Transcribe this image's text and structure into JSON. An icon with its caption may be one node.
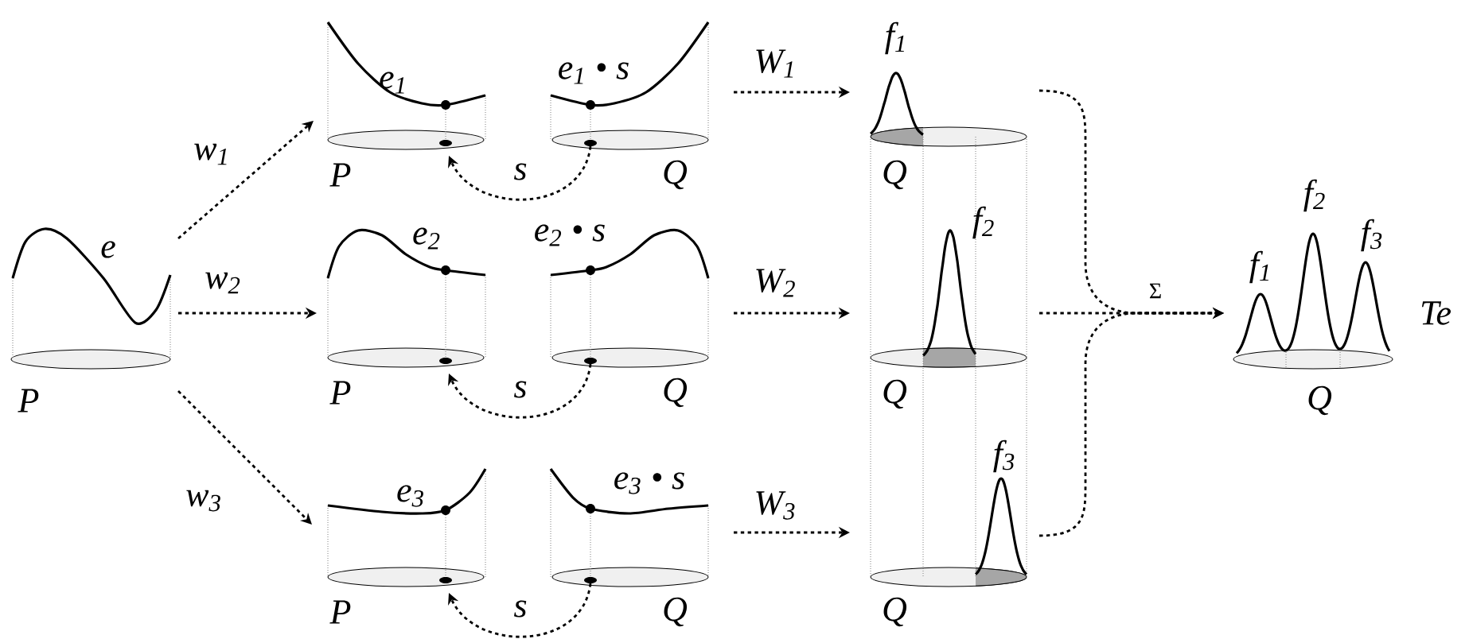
{
  "diagram": {
    "nodes": [
      {
        "text": [
          "e",
          "P"
        ]
      },
      {
        "text": [
          "e$_{1}$",
          "P"
        ]
      },
      {
        "text": [
          "e$_{1}$ • s",
          "Q"
        ]
      },
      {
        "text": [
          "e$_{2}$",
          "P"
        ]
      },
      {
        "text": [
          "e$_{2}$ • s",
          "Q"
        ]
      },
      {
        "text": [
          "e$_{3}$",
          "P"
        ]
      },
      {
        "text": [
          "e$_{3}$ • s",
          "Q"
        ]
      },
      {
        "text": [
          "f$_{1}$",
          "Q"
        ]
      },
      {
        "text": [
          "f$_{2}$",
          "Q"
        ]
      },
      {
        "text": [
          "f$_{3}$",
          "Q"
        ]
      },
      {
        "text": [
          "f$_{1}$",
          "f$_{2}$",
          "f$_{3}$",
          "Te",
          "Q"
        ]
      }
    ],
    "edges": [
      {
        "from": 0,
        "to": 1,
        "arrow": "to",
        "label": "w$_{1}$"
      },
      {
        "from": 0,
        "to": 3,
        "arrow": "to",
        "label": "w$_{2}$"
      },
      {
        "from": 0,
        "to": 5,
        "arrow": "to",
        "label": "w$_{3}$"
      },
      {
        "from": 2,
        "to": 1,
        "arrow": "to",
        "label": "s"
      },
      {
        "from": 4,
        "to": 3,
        "arrow": "to",
        "label": "s"
      },
      {
        "from": 6,
        "to": 5,
        "arrow": "to",
        "label": "s"
      },
      {
        "from": 2,
        "to": 7,
        "arrow": "to",
        "label": "W$_{1}$"
      },
      {
        "from": 4,
        "to": 8,
        "arrow": "to",
        "label": "W$_{2}$"
      },
      {
        "from": 6,
        "to": 9,
        "arrow": "to",
        "label": "W$_{3}$"
      },
      {
        "from": 7,
        "to": 10,
        "arrow": "to"
      },
      {
        "from": 8,
        "to": 10,
        "arrow": "to",
        "label": "Σ"
      },
      {
        "from": 9,
        "to": 10,
        "arrow": "to"
      }
    ]
  }
}
